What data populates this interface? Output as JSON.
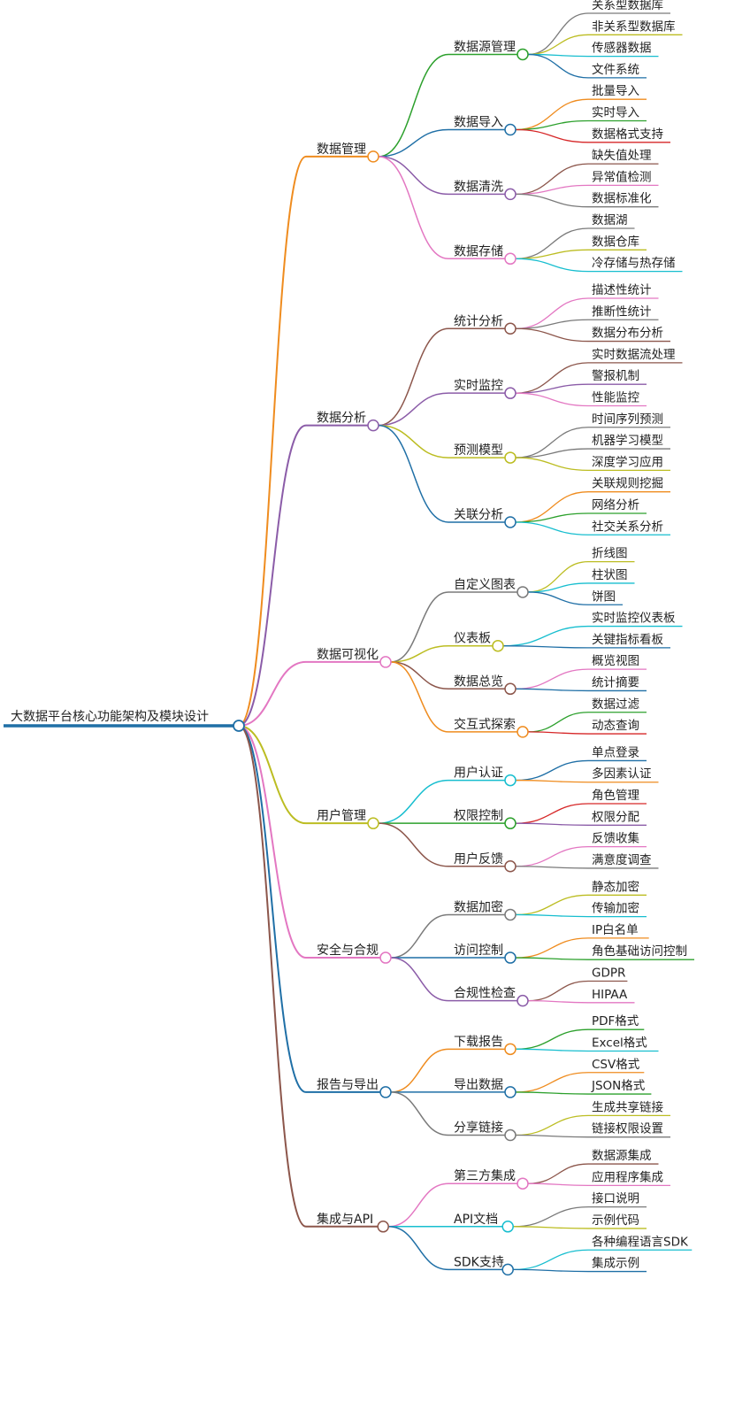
{
  "palette": [
    "#ef8c1f",
    "#1f6fa6",
    "#8b5ca8",
    "#e377c2",
    "#7a7a7a",
    "#bcbd22",
    "#17becf",
    "#2ca02c",
    "#d62728",
    "#8c564b"
  ],
  "root": {
    "label": "大数据平台核心功能架构及模块设计",
    "color": "#1f6fa6"
  },
  "branches": [
    {
      "label": "数据管理",
      "color": "#ef8c1f",
      "children": [
        {
          "label": "数据源管理",
          "color": "#2ca02c",
          "children": [
            {
              "label": "关系型数据库",
              "color": "#7a7a7a"
            },
            {
              "label": "非关系型数据库",
              "color": "#bcbd22"
            },
            {
              "label": "传感器数据",
              "color": "#17becf"
            },
            {
              "label": "文件系统",
              "color": "#1f6fa6"
            }
          ]
        },
        {
          "label": "数据导入",
          "color": "#1f6fa6",
          "children": [
            {
              "label": "批量导入",
              "color": "#ef8c1f"
            },
            {
              "label": "实时导入",
              "color": "#2ca02c"
            },
            {
              "label": "数据格式支持",
              "color": "#d62728"
            }
          ]
        },
        {
          "label": "数据清洗",
          "color": "#8b5ca8",
          "children": [
            {
              "label": "缺失值处理",
              "color": "#8c564b"
            },
            {
              "label": "异常值检测",
              "color": "#e377c2"
            },
            {
              "label": "数据标准化",
              "color": "#7a7a7a"
            }
          ]
        },
        {
          "label": "数据存储",
          "color": "#e377c2",
          "children": [
            {
              "label": "数据湖",
              "color": "#7a7a7a"
            },
            {
              "label": "数据仓库",
              "color": "#bcbd22"
            },
            {
              "label": "冷存储与热存储",
              "color": "#17becf"
            }
          ]
        }
      ]
    },
    {
      "label": "数据分析",
      "color": "#8b5ca8",
      "children": [
        {
          "label": "统计分析",
          "color": "#8c564b",
          "children": [
            {
              "label": "描述性统计",
              "color": "#e377c2"
            },
            {
              "label": "推断性统计",
              "color": "#7a7a7a"
            },
            {
              "label": "数据分布分析",
              "color": "#8c564b"
            }
          ]
        },
        {
          "label": "实时监控",
          "color": "#8b5ca8",
          "children": [
            {
              "label": "实时数据流处理",
              "color": "#8c564b"
            },
            {
              "label": "警报机制",
              "color": "#8b5ca8"
            },
            {
              "label": "性能监控",
              "color": "#e377c2"
            }
          ]
        },
        {
          "label": "预测模型",
          "color": "#bcbd22",
          "children": [
            {
              "label": "时间序列预测",
              "color": "#7a7a7a"
            },
            {
              "label": "机器学习模型",
              "color": "#7a7a7a"
            },
            {
              "label": "深度学习应用",
              "color": "#bcbd22"
            }
          ]
        },
        {
          "label": "关联分析",
          "color": "#1f6fa6",
          "children": [
            {
              "label": "关联规则挖掘",
              "color": "#ef8c1f"
            },
            {
              "label": "网络分析",
              "color": "#2ca02c"
            },
            {
              "label": "社交关系分析",
              "color": "#17becf"
            }
          ]
        }
      ]
    },
    {
      "label": "数据可视化",
      "color": "#e377c2",
      "children": [
        {
          "label": "自定义图表",
          "color": "#7a7a7a",
          "children": [
            {
              "label": "折线图",
              "color": "#bcbd22"
            },
            {
              "label": "柱状图",
              "color": "#17becf"
            },
            {
              "label": "饼图",
              "color": "#1f6fa6"
            }
          ]
        },
        {
          "label": "仪表板",
          "color": "#bcbd22",
          "children": [
            {
              "label": "实时监控仪表板",
              "color": "#17becf"
            },
            {
              "label": "关键指标看板",
              "color": "#1f6fa6"
            }
          ]
        },
        {
          "label": "数据总览",
          "color": "#8c564b",
          "children": [
            {
              "label": "概览视图",
              "color": "#e377c2"
            },
            {
              "label": "统计摘要",
              "color": "#1f6fa6"
            }
          ]
        },
        {
          "label": "交互式探索",
          "color": "#ef8c1f",
          "children": [
            {
              "label": "数据过滤",
              "color": "#2ca02c"
            },
            {
              "label": "动态查询",
              "color": "#d62728"
            }
          ]
        }
      ]
    },
    {
      "label": "用户管理",
      "color": "#bcbd22",
      "children": [
        {
          "label": "用户认证",
          "color": "#17becf",
          "children": [
            {
              "label": "单点登录",
              "color": "#1f6fa6"
            },
            {
              "label": "多因素认证",
              "color": "#ef8c1f"
            }
          ]
        },
        {
          "label": "权限控制",
          "color": "#2ca02c",
          "children": [
            {
              "label": "角色管理",
              "color": "#d62728"
            },
            {
              "label": "权限分配",
              "color": "#8b5ca8"
            }
          ]
        },
        {
          "label": "用户反馈",
          "color": "#8c564b",
          "children": [
            {
              "label": "反馈收集",
              "color": "#e377c2"
            },
            {
              "label": "满意度调查",
              "color": "#7a7a7a"
            }
          ]
        }
      ]
    },
    {
      "label": "安全与合规",
      "color": "#e377c2",
      "children": [
        {
          "label": "数据加密",
          "color": "#7a7a7a",
          "children": [
            {
              "label": "静态加密",
              "color": "#bcbd22"
            },
            {
              "label": "传输加密",
              "color": "#17becf"
            }
          ]
        },
        {
          "label": "访问控制",
          "color": "#1f6fa6",
          "children": [
            {
              "label": "IP白名单",
              "color": "#ef8c1f"
            },
            {
              "label": "角色基础访问控制",
              "color": "#2ca02c"
            }
          ]
        },
        {
          "label": "合规性检查",
          "color": "#8b5ca8",
          "children": [
            {
              "label": "GDPR",
              "color": "#8c564b"
            },
            {
              "label": "HIPAA",
              "color": "#e377c2"
            }
          ]
        }
      ]
    },
    {
      "label": "报告与导出",
      "color": "#1f6fa6",
      "children": [
        {
          "label": "下载报告",
          "color": "#ef8c1f",
          "children": [
            {
              "label": "PDF格式",
              "color": "#2ca02c"
            },
            {
              "label": "Excel格式",
              "color": "#17becf"
            }
          ]
        },
        {
          "label": "导出数据",
          "color": "#1f6fa6",
          "children": [
            {
              "label": "CSV格式",
              "color": "#ef8c1f"
            },
            {
              "label": "JSON格式",
              "color": "#2ca02c"
            }
          ]
        },
        {
          "label": "分享链接",
          "color": "#7a7a7a",
          "children": [
            {
              "label": "生成共享链接",
              "color": "#bcbd22"
            },
            {
              "label": "链接权限设置",
              "color": "#7a7a7a"
            }
          ]
        }
      ]
    },
    {
      "label": "集成与API",
      "color": "#8c564b",
      "children": [
        {
          "label": "第三方集成",
          "color": "#e377c2",
          "children": [
            {
              "label": "数据源集成",
              "color": "#8c564b"
            },
            {
              "label": "应用程序集成",
              "color": "#e377c2"
            }
          ]
        },
        {
          "label": "API文档",
          "color": "#17becf",
          "children": [
            {
              "label": "接口说明",
              "color": "#7a7a7a"
            },
            {
              "label": "示例代码",
              "color": "#bcbd22"
            }
          ]
        },
        {
          "label": "SDK支持",
          "color": "#1f6fa6",
          "children": [
            {
              "label": "各种编程语言SDK",
              "color": "#17becf"
            },
            {
              "label": "集成示例",
              "color": "#1f6fa6"
            }
          ]
        }
      ]
    }
  ]
}
